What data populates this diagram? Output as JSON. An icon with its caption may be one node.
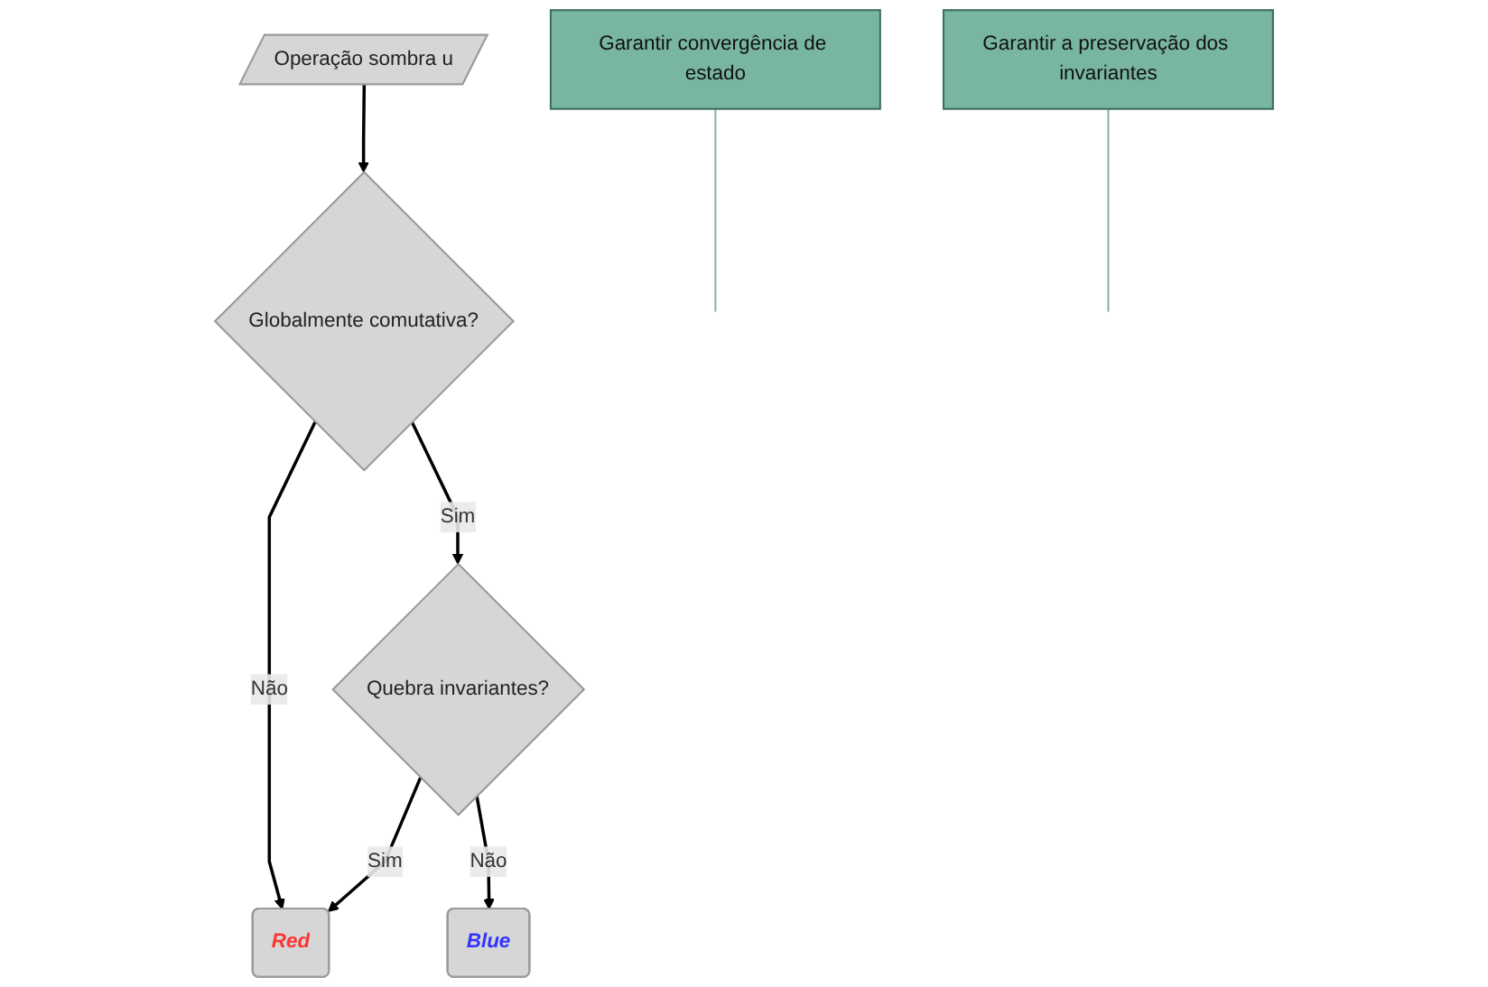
{
  "diagram": {
    "nodes": [
      {
        "text": [
          "Operação sombra u"
        ]
      },
      {
        "text": [
          "Globalmente comutativa?"
        ]
      },
      {
        "text": [
          "Quebra invariantes?"
        ]
      },
      {
        "text": [
          "Red"
        ]
      },
      {
        "text": [
          "Blue"
        ]
      },
      {
        "text": [
          "Garantir convergência de estado"
        ]
      },
      {
        "text": [
          "Garantir a preservação dos invariantes"
        ]
      }
    ],
    "edges": [
      {
        "from": 0,
        "to": 1,
        "arrow": "to"
      },
      {
        "from": 1,
        "to": 3,
        "label": "Não",
        "arrow": "to"
      },
      {
        "from": 1,
        "to": 2,
        "label": "Sim",
        "arrow": "to"
      },
      {
        "from": 2,
        "to": 3,
        "label": "Sim",
        "arrow": "to"
      },
      {
        "from": 2,
        "to": 4,
        "label": "Não",
        "arrow": "to"
      },
      {
        "from": 5,
        "to": null,
        "arrow": "none",
        "color": "#8fb3a6"
      },
      {
        "from": 6,
        "to": null,
        "arrow": "none",
        "color": "#8fb3a6"
      }
    ]
  }
}
